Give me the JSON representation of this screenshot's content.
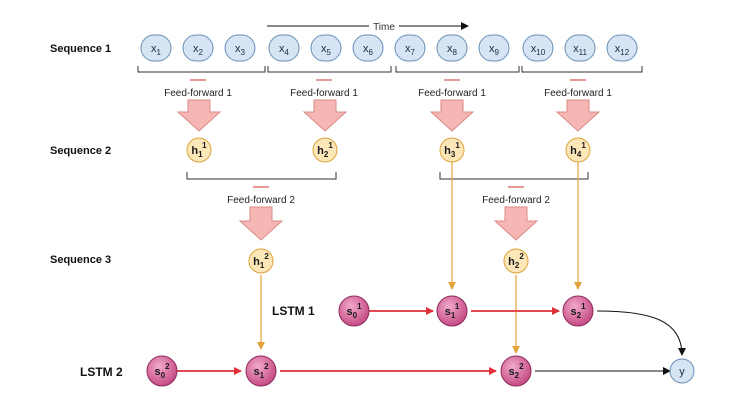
{
  "rows": {
    "seq1": "Sequence 1",
    "seq2": "Sequence 2",
    "seq3": "Sequence 3",
    "lstm1": "LSTM 1",
    "lstm2": "LSTM 2"
  },
  "time_label": "Time",
  "ff1_label": "Feed-forward 1",
  "ff2_label": "Feed-forward 2",
  "x_nodes": [
    {
      "base": "x",
      "sub": "1"
    },
    {
      "base": "x",
      "sub": "2"
    },
    {
      "base": "x",
      "sub": "3"
    },
    {
      "base": "x",
      "sub": "4"
    },
    {
      "base": "x",
      "sub": "5"
    },
    {
      "base": "x",
      "sub": "6"
    },
    {
      "base": "x",
      "sub": "7"
    },
    {
      "base": "x",
      "sub": "8"
    },
    {
      "base": "x",
      "sub": "9"
    },
    {
      "base": "x",
      "sub": "10"
    },
    {
      "base": "x",
      "sub": "11"
    },
    {
      "base": "x",
      "sub": "12"
    }
  ],
  "h1_nodes": [
    {
      "base": "h",
      "sub": "1",
      "sup": "1"
    },
    {
      "base": "h",
      "sub": "2",
      "sup": "1"
    },
    {
      "base": "h",
      "sub": "3",
      "sup": "1"
    },
    {
      "base": "h",
      "sub": "4",
      "sup": "1"
    }
  ],
  "h2_nodes": [
    {
      "base": "h",
      "sub": "1",
      "sup": "2"
    },
    {
      "base": "h",
      "sub": "2",
      "sup": "2"
    }
  ],
  "lstm1_nodes": [
    {
      "base": "s",
      "sub": "0",
      "sup": "1"
    },
    {
      "base": "s",
      "sub": "1",
      "sup": "1"
    },
    {
      "base": "s",
      "sub": "2",
      "sup": "1"
    }
  ],
  "lstm2_nodes": [
    {
      "base": "s",
      "sub": "0",
      "sup": "2"
    },
    {
      "base": "s",
      "sub": "1",
      "sup": "2"
    },
    {
      "base": "s",
      "sub": "2",
      "sup": "2"
    }
  ],
  "output_node": "y",
  "colors": {
    "x_fill": "#d6e4f3",
    "x_stroke": "#6b8fb9",
    "h_fill": "#fde6b8",
    "h_stroke": "#d9a43a",
    "s_fill": "#d56da0",
    "s_stroke": "#8e2a5c",
    "ff_arrow": "#f6b7b4",
    "ff_stroke": "#d98b86",
    "recurrent": "#e0303a",
    "vertical": "#e2a33a",
    "y_fill": "#d6e4f3"
  }
}
